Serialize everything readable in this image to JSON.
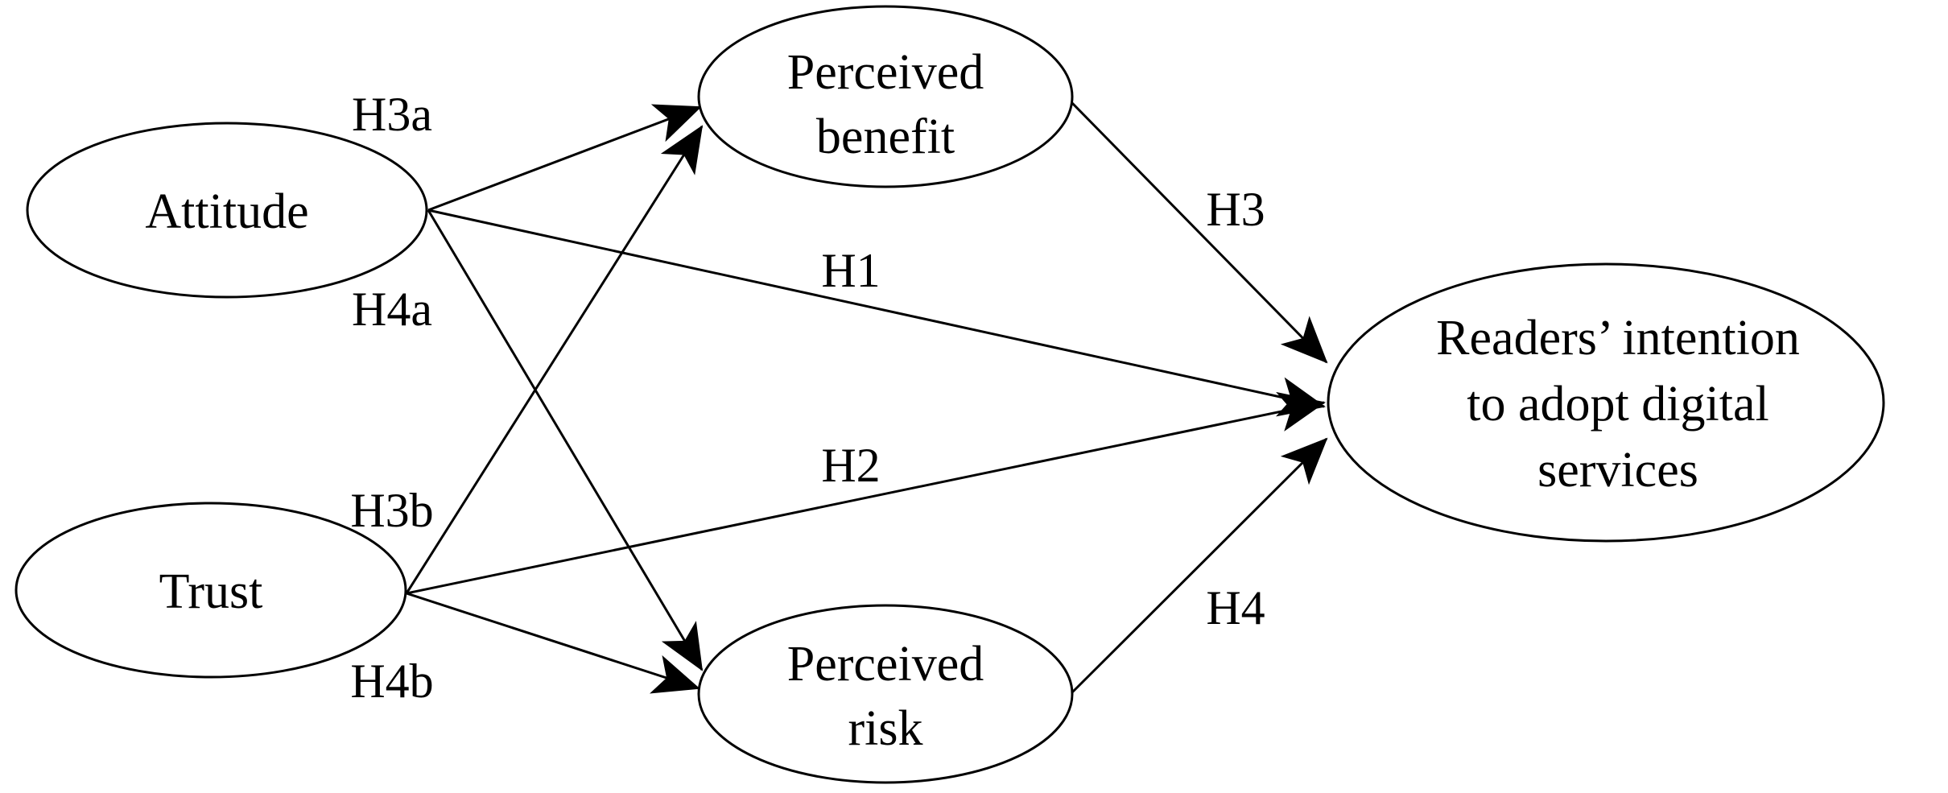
{
  "diagram": {
    "nodes": {
      "attitude": {
        "lines": [
          "Attitude"
        ]
      },
      "trust": {
        "lines": [
          "Trust"
        ]
      },
      "benefit": {
        "lines": [
          "Perceived",
          "benefit"
        ]
      },
      "risk": {
        "lines": [
          "Perceived",
          "risk"
        ]
      },
      "intention": {
        "lines": [
          "Readers’ intention",
          "to adopt digital",
          "services"
        ]
      }
    },
    "edges": {
      "h3a": {
        "label": "H3a",
        "from": "Attitude",
        "to": "Perceived benefit"
      },
      "h4a": {
        "label": "H4a",
        "from": "Attitude",
        "to": "Perceived risk"
      },
      "h1": {
        "label": "H1",
        "from": "Attitude",
        "to": "Readers’ intention to adopt digital services"
      },
      "h3b": {
        "label": "H3b",
        "from": "Trust",
        "to": "Perceived benefit"
      },
      "h4b": {
        "label": "H4b",
        "from": "Trust",
        "to": "Perceived risk"
      },
      "h2": {
        "label": "H2",
        "from": "Trust",
        "to": "Readers’ intention to adopt digital services"
      },
      "h3": {
        "label": "H3",
        "from": "Perceived benefit",
        "to": "Readers’ intention to adopt digital services"
      },
      "h4": {
        "label": "H4",
        "from": "Perceived risk",
        "to": "Readers’ intention to adopt digital services"
      }
    }
  }
}
